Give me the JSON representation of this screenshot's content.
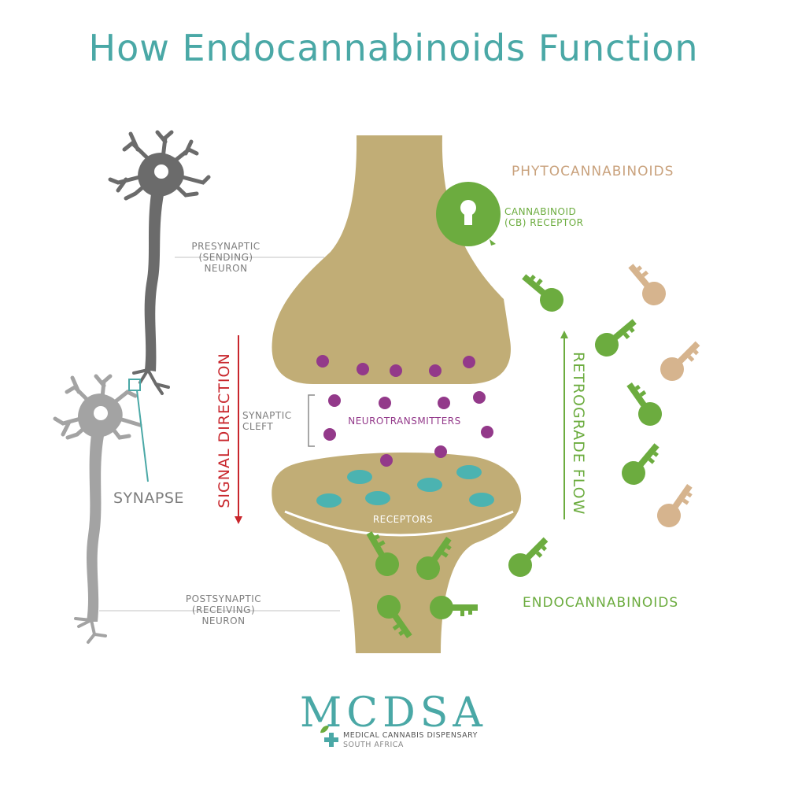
{
  "title": "How Endocannabinoids Function",
  "labels": {
    "presynaptic": [
      "PRESYNAPTIC",
      "(SENDING)",
      "NEURON"
    ],
    "postsynaptic": [
      "POSTSYNAPTIC",
      "(RECEIVING)",
      "NEURON"
    ],
    "synapse": "SYNAPSE",
    "synaptic_cleft": [
      "SYNAPTIC",
      "CLEFT"
    ],
    "signal_direction": "SIGNAL DIRECTION",
    "retrograde_flow": "RETROGRADE FLOW",
    "neurotransmitters": "NEUROTRANSMITTERS",
    "receptors": "RECEPTORS",
    "phytocannabinoids": "PHYTOCANNABINOIDS",
    "endocannabinoids": "ENDOCANNABINOIDS",
    "cb_receptor": [
      "CANNABINOID",
      "(CB) RECEPTOR"
    ]
  },
  "logo": {
    "name": "MCDSA",
    "line1": "MEDICAL CANNABIS DISPENSARY",
    "line2": "SOUTH AFRICA"
  },
  "colors": {
    "title": "#4aa8a6",
    "terminal": "#c1ad76",
    "neuron": "#6b6b6b",
    "neurotransmitter": "#93398a",
    "receptor": "#4bb3b1",
    "endocannabinoid": "#6cac3f",
    "phytocannabinoid": "#d6b48e",
    "signal": "#c8262c"
  },
  "icons": {
    "lock": "cb-receptor-lock-icon",
    "key": "cannabinoid-key-icon",
    "leaf": "leaf-icon",
    "cross": "medical-cross-icon"
  }
}
